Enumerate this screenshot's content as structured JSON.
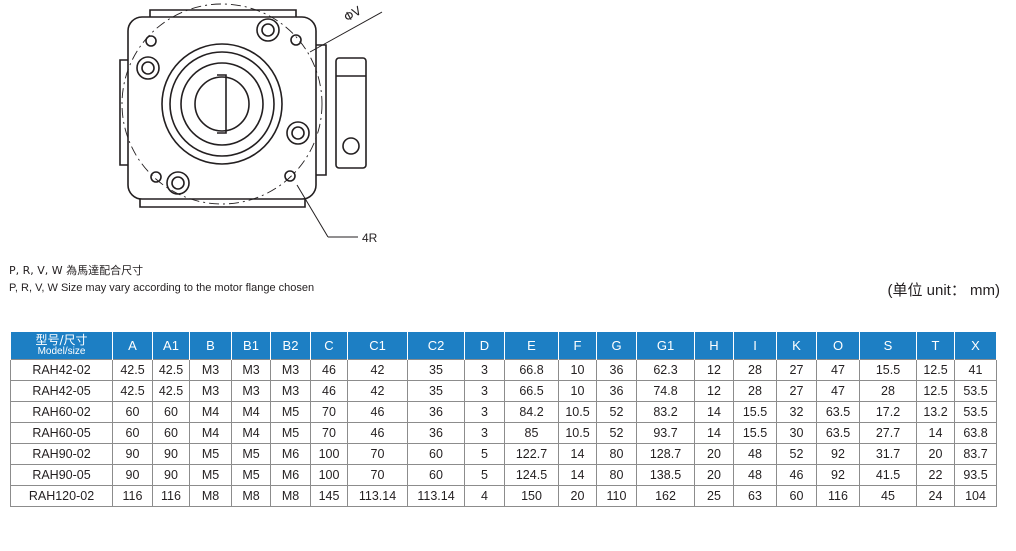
{
  "drawing": {
    "labels": {
      "diameter": "ΦV",
      "radius": "4R"
    }
  },
  "notes": {
    "chinese": "P, R, V, W 為馬達配合尺寸",
    "english": "P, R, V, W Size may vary according to the motor flange chosen",
    "unit": "(单位 unit： mm)"
  },
  "table": {
    "model_header_cn": "型号/尺寸",
    "model_header_en": "Model/size",
    "headers": [
      "A",
      "A1",
      "B",
      "B1",
      "B2",
      "C",
      "C1",
      "C2",
      "D",
      "E",
      "F",
      "G",
      "G1",
      "H",
      "I",
      "K",
      "O",
      "S",
      "T",
      "X"
    ],
    "rows": [
      {
        "model": "RAH42-02",
        "values": [
          "42.5",
          "42.5",
          "M3",
          "M3",
          "M3",
          "46",
          "42",
          "35",
          "3",
          "66.8",
          "10",
          "36",
          "62.3",
          "12",
          "28",
          "27",
          "47",
          "15.5",
          "12.5",
          "41"
        ]
      },
      {
        "model": "RAH42-05",
        "values": [
          "42.5",
          "42.5",
          "M3",
          "M3",
          "M3",
          "46",
          "42",
          "35",
          "3",
          "66.5",
          "10",
          "36",
          "74.8",
          "12",
          "28",
          "27",
          "47",
          "28",
          "12.5",
          "53.5"
        ]
      },
      {
        "model": "RAH60-02",
        "values": [
          "60",
          "60",
          "M4",
          "M4",
          "M5",
          "70",
          "46",
          "36",
          "3",
          "84.2",
          "10.5",
          "52",
          "83.2",
          "14",
          "15.5",
          "32",
          "63.5",
          "17.2",
          "13.2",
          "53.5"
        ]
      },
      {
        "model": "RAH60-05",
        "values": [
          "60",
          "60",
          "M4",
          "M4",
          "M5",
          "70",
          "46",
          "36",
          "3",
          "85",
          "10.5",
          "52",
          "93.7",
          "14",
          "15.5",
          "30",
          "63.5",
          "27.7",
          "14",
          "63.8"
        ]
      },
      {
        "model": "RAH90-02",
        "values": [
          "90",
          "90",
          "M5",
          "M5",
          "M6",
          "100",
          "70",
          "60",
          "5",
          "122.7",
          "14",
          "80",
          "128.7",
          "20",
          "48",
          "52",
          "92",
          "31.7",
          "20",
          "83.7"
        ]
      },
      {
        "model": "RAH90-05",
        "values": [
          "90",
          "90",
          "M5",
          "M5",
          "M6",
          "100",
          "70",
          "60",
          "5",
          "124.5",
          "14",
          "80",
          "138.5",
          "20",
          "48",
          "46",
          "92",
          "41.5",
          "22",
          "93.5"
        ]
      },
      {
        "model": "RAH120-02",
        "values": [
          "116",
          "116",
          "M8",
          "M8",
          "M8",
          "145",
          "113.14",
          "113.14",
          "4",
          "150",
          "20",
          "110",
          "162",
          "25",
          "63",
          "60",
          "116",
          "45",
          "24",
          "104"
        ]
      }
    ]
  }
}
